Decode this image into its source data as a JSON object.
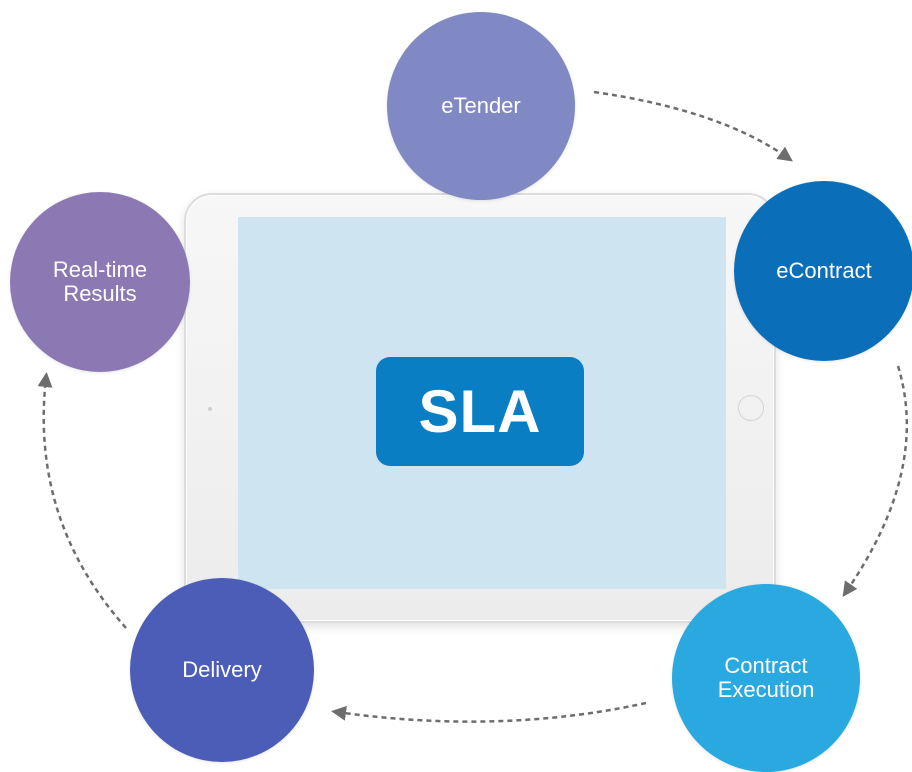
{
  "diagram": {
    "center_label": "SLA",
    "nodes": [
      {
        "id": "etender",
        "label": "eTender",
        "color": "#8189c4"
      },
      {
        "id": "econtract",
        "label": "eContract",
        "color": "#0a6fb8"
      },
      {
        "id": "execution",
        "label": "Contract\nExecution",
        "color": "#29a9e0"
      },
      {
        "id": "delivery",
        "label": "Delivery",
        "color": "#4b5db6"
      },
      {
        "id": "realtime",
        "label": "Real-time\nResults",
        "color": "#8c78b2"
      }
    ],
    "colors": {
      "sla_badge": "#0a7ec2",
      "screen": "#cfe4f1",
      "arrow": "#6d6d6d"
    }
  }
}
